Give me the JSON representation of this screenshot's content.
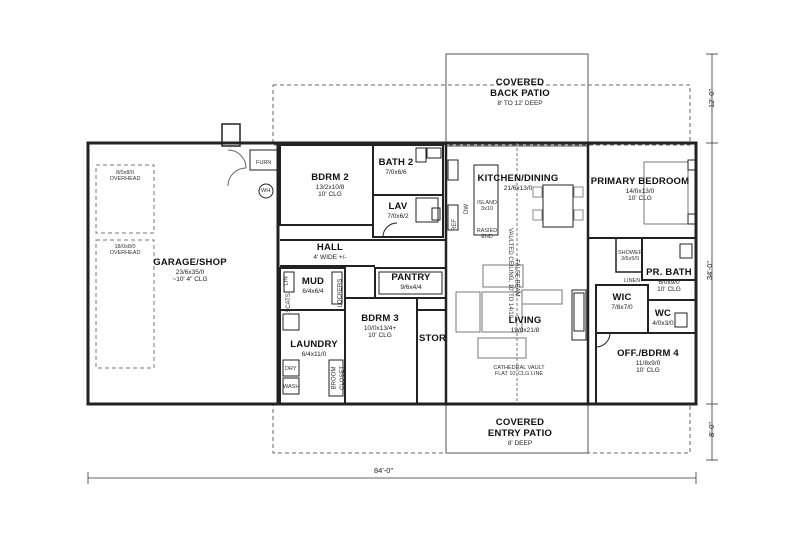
{
  "rooms": {
    "back_patio": {
      "name": "COVERED",
      "name2": "BACK PATIO",
      "dims": "8' TO 12' DEEP"
    },
    "entry_patio": {
      "name": "COVERED",
      "name2": "ENTRY PATIO",
      "dims": "8' DEEP"
    },
    "garage": {
      "name": "GARAGE/SHOP",
      "dims": "23/6x35/0",
      "clg": "~10' 4\" CLG"
    },
    "bdrm2": {
      "name": "BDRM 2",
      "dims": "13/2x10/8",
      "clg": "10' CLG"
    },
    "bath2": {
      "name": "BATH 2",
      "dims": "7/0x6/6"
    },
    "lav": {
      "name": "LAV",
      "dims": "7/0x6/2"
    },
    "hall": {
      "name": "HALL",
      "dims": "4' WIDE +/-"
    },
    "mud": {
      "name": "MUD",
      "dims": "6/4x6/4"
    },
    "pantry": {
      "name": "PANTRY",
      "dims": "9/6x4/4"
    },
    "bdrm3": {
      "name": "BDRM 3",
      "dims": "10/0x13/4+",
      "clg": "10' CLG"
    },
    "laundry": {
      "name": "LAUNDRY",
      "dims": "6/4x11/0"
    },
    "stor": {
      "name": "STOR"
    },
    "kitchen": {
      "name": "KITCHEN/DINING",
      "dims": "21/6x13/0"
    },
    "living": {
      "name": "LIVING",
      "dims": "19/0x21/8"
    },
    "primary": {
      "name": "PRIMARY BEDROOM",
      "dims": "14/0x13/0",
      "clg": "10' CLG"
    },
    "prbath": {
      "name": "PR. BATH",
      "dims": "6/0x9/0",
      "clg": "10' CLG"
    },
    "wic": {
      "name": "WIC",
      "dims": "7/8x7/0"
    },
    "wc": {
      "name": "WC",
      "dims": "4/0x3/0"
    },
    "off": {
      "name": "OFF./BDRM 4",
      "dims": "11/8x9/0",
      "clg": "10' CLG"
    }
  },
  "notes": {
    "door1": "8/0x8/0",
    "door1b": "OVERHEAD",
    "door2": "18/0x8/0",
    "door2b": "OVERHEAD",
    "furn": "FURN",
    "wh": "WH",
    "island": "ISLAND",
    "island_dims": "3x10",
    "raised": "RASIED",
    "raised2": "END",
    "dw": "DW",
    "ref": "REF",
    "vaulted": "VAULTED CEILING, 10' TO 14/10",
    "false_beam": "FALSE BEAM",
    "cathedral": "CATHEDRAL VAULT",
    "cathedral2": "FLAT 10' CLG LINE",
    "shower": "SHOWER",
    "shower_dims": "3/6x5/0",
    "linen": "LINEN",
    "lin": "LIN",
    "scats": "SCATS",
    "lockers": "LOCKERS",
    "broom": "BROOM",
    "closet": "CLOSET",
    "dry": "DRY",
    "wash": "WASH"
  },
  "dimensions": {
    "width": "84'-0\"",
    "depth_total": "34'-0\"",
    "depth_back": "12'-0\"",
    "depth_front": "8'-0\""
  }
}
